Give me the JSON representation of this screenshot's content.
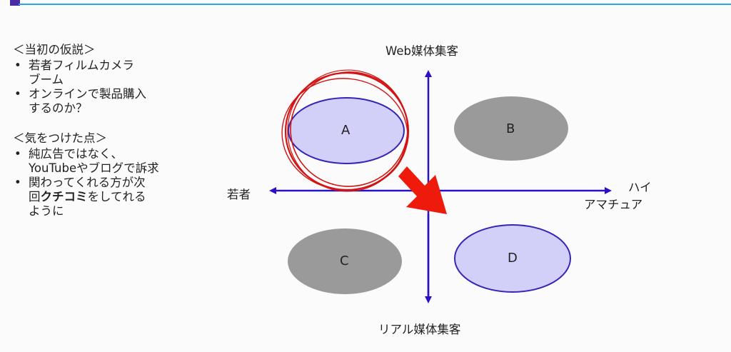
{
  "slide": {
    "notes": {
      "heading1": "＜当初の仮説＞",
      "hypotheses": [
        [
          "若者フィルムカメラ",
          "ブーム"
        ],
        [
          "オンラインで製品購入",
          "するのか？"
        ]
      ],
      "heading2": "＜気をつけた点＞",
      "points": {
        "p1_line1": "純広告ではなく、",
        "p1_line2": "YouTubeやブログで訴求",
        "p2_line1": "関わってくれる方が次",
        "p2_line2_pre": "回",
        "p2_line2_bold": "クチコミ",
        "p2_line2_post": "をしてれる",
        "p2_line3": "ように"
      }
    },
    "matrix": {
      "axis_top": "Web媒体集客",
      "axis_bottom": "リアル媒体集客",
      "axis_left": "若者",
      "axis_right": [
        "ハイ",
        "アマチュア"
      ],
      "quadrants": [
        {
          "letter": "A",
          "style": "highlight",
          "circled": true
        },
        {
          "letter": "B",
          "style": "gray"
        },
        {
          "letter": "C",
          "style": "gray"
        },
        {
          "letter": "D",
          "style": "highlight"
        }
      ],
      "colors": {
        "axis": "#2a11c4",
        "highlight_fill": "#d2d0f8",
        "highlight_stroke": "#3624b8",
        "gray_fill": "#9a9a9a",
        "circle": "#d21414",
        "arrow": "#ee1b0c",
        "top_rule": "#2aa7e6"
      }
    }
  }
}
